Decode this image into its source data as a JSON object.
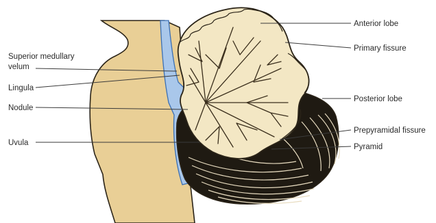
{
  "diagram": {
    "labels_left": {
      "superior_medullary_line1": "Superior medullary",
      "superior_medullary_line2": "velum",
      "lingula": "Lingula",
      "nodule": "Nodule",
      "uvula": "Uvula"
    },
    "labels_right": {
      "anterior_lobe": "Anterior lobe",
      "primary_fissure": "Primary fissure",
      "posterior_lobe": "Posterior lobe",
      "prepyramidal_fissure": "Prepyramidal fissure",
      "pyramid": "Pyramid"
    },
    "colors": {
      "brainstem": "#e9cf96",
      "ventricle": "#a9c7ea",
      "ventricle_edge": "#3b6fb3",
      "white_matter": "#f3e7c4",
      "cortex_dark": "#1f1a12",
      "outline": "#2b2418"
    }
  }
}
